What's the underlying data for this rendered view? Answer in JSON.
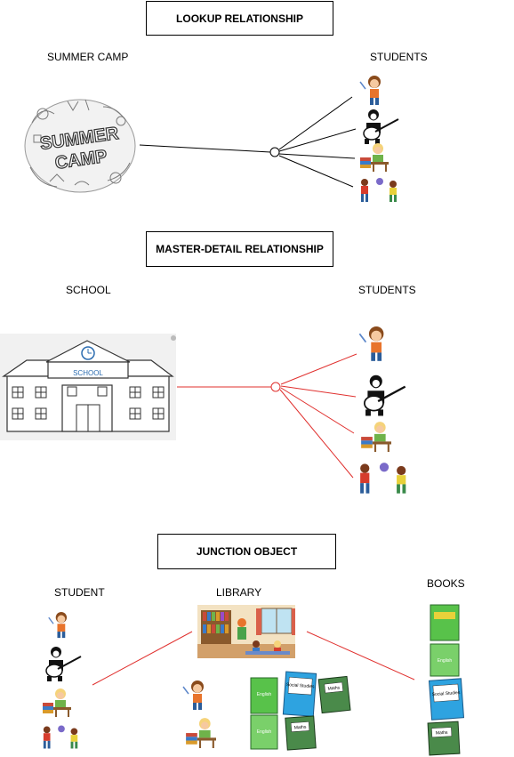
{
  "sections": {
    "lookup": {
      "title": "LOOKUP RELATIONSHIP",
      "left_label": "SUMMER CAMP",
      "right_label": "STUDENTS",
      "left_image_text": [
        "SUMMER",
        "CAMP"
      ],
      "line_color": "#000000"
    },
    "master_detail": {
      "title": "MASTER-DETAIL RELATIONSHIP",
      "left_label": "SCHOOL",
      "right_label": "STUDENTS",
      "school_sign": "SCHOOL",
      "line_color": "#e0302e"
    },
    "junction": {
      "title": "JUNCTION OBJECT",
      "left_label": "STUDENT",
      "middle_label": "LIBRARY",
      "right_label": "BOOKS",
      "line_color": "#e0302e",
      "book_titles": {
        "social": "Social Studies",
        "maths": "Maths",
        "english": "English"
      }
    }
  },
  "icons": [
    "summer-camp-doodle",
    "student-violin-girl",
    "student-guitar-boy",
    "student-reading-boy",
    "students-playing-ball",
    "school-building",
    "library-room",
    "book-stack"
  ]
}
